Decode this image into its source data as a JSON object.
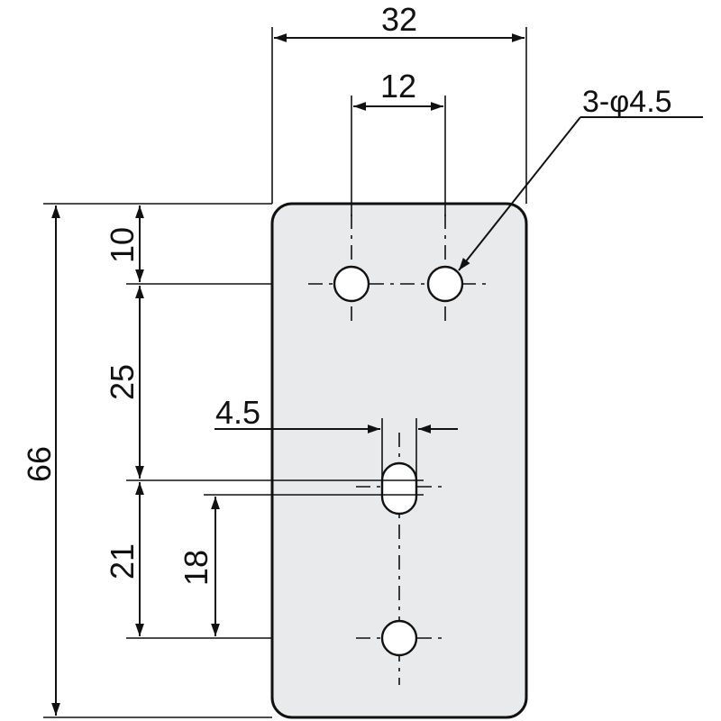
{
  "drawing": {
    "plate_color": "#e8eaeb",
    "line_color": "#111111",
    "dimensions": {
      "overall_width": "32",
      "hole_spacing": "12",
      "hole_callout": "3-φ4.5",
      "top_offset": "10",
      "vertical_pitch": "25",
      "slot_width": "4.5",
      "overall_height": "66",
      "lower_pitch": "21",
      "slot_to_hole": "18"
    }
  }
}
